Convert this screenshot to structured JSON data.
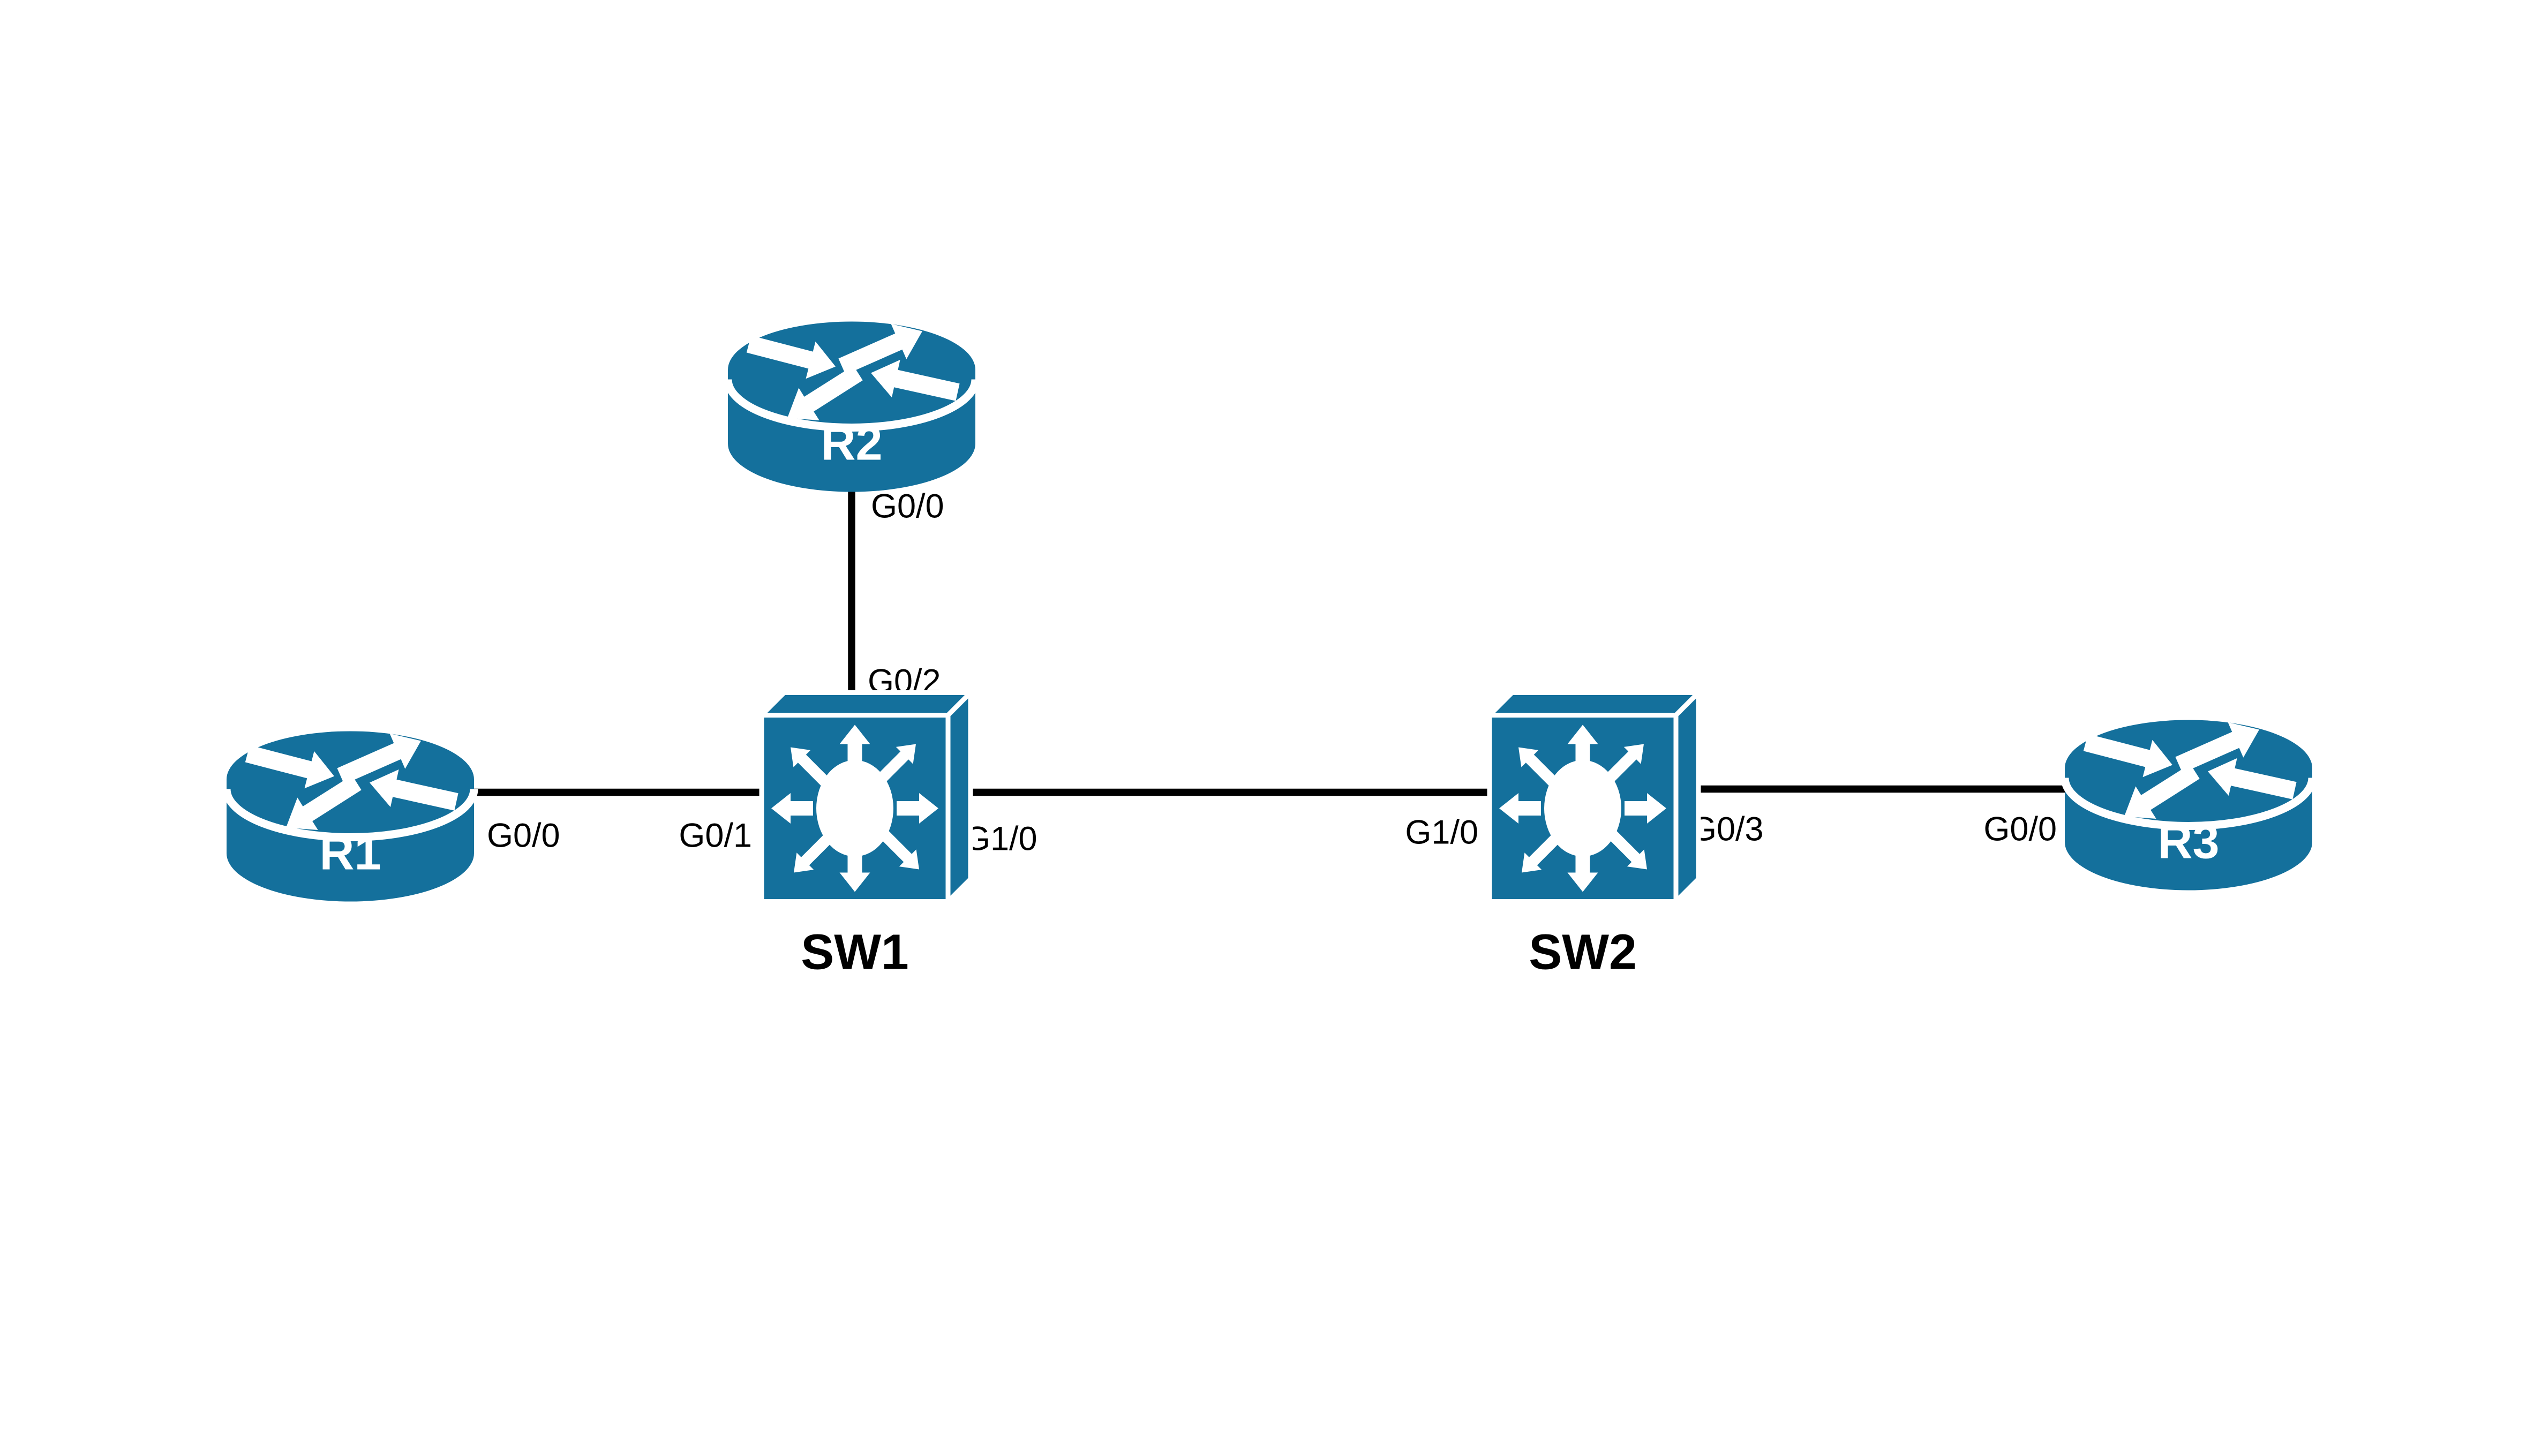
{
  "diagram": {
    "type": "network-topology",
    "colors": {
      "background": "#ffffff",
      "device": "#14709c",
      "link": "#000000",
      "label": "#000000",
      "icon_detail": "#ffffff"
    },
    "nodes": [
      {
        "id": "R1",
        "type": "router",
        "label": "R1",
        "icon": "router-icon"
      },
      {
        "id": "R2",
        "type": "router",
        "label": "R2",
        "icon": "router-icon"
      },
      {
        "id": "SW1",
        "type": "switch",
        "label": "SW1",
        "icon": "switch-icon"
      },
      {
        "id": "SW2",
        "type": "switch",
        "label": "SW2",
        "icon": "switch-icon"
      },
      {
        "id": "R3",
        "type": "router",
        "label": "R3",
        "icon": "router-icon"
      }
    ],
    "links": [
      {
        "from": "R1",
        "to": "SW1",
        "from_if": "G0/0",
        "to_if": "G0/1"
      },
      {
        "from": "R2",
        "to": "SW1",
        "from_if": "G0/0",
        "to_if": "G0/2"
      },
      {
        "from": "SW1",
        "to": "SW2",
        "from_if": "G1/0",
        "to_if": "G1/0"
      },
      {
        "from": "SW2",
        "to": "R3",
        "from_if": "G0/3",
        "to_if": "G0/0"
      }
    ]
  }
}
